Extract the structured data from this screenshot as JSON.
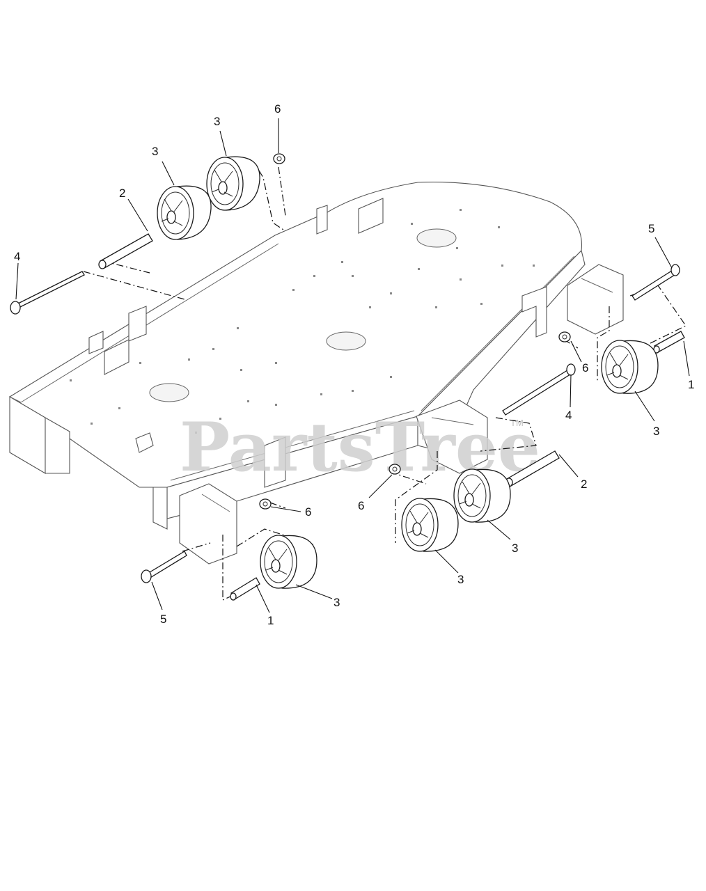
{
  "diagram": {
    "callouts": [
      {
        "id": "c6-top",
        "text": "6"
      },
      {
        "id": "c3-top-right",
        "text": "3"
      },
      {
        "id": "c3-top-left",
        "text": "3"
      },
      {
        "id": "c2-top",
        "text": "2"
      },
      {
        "id": "c4-left",
        "text": "4"
      },
      {
        "id": "c5-right",
        "text": "5"
      },
      {
        "id": "c6-right",
        "text": "6"
      },
      {
        "id": "c1-right",
        "text": "1"
      },
      {
        "id": "c4-right",
        "text": "4"
      },
      {
        "id": "c3-right",
        "text": "3"
      },
      {
        "id": "c2-right",
        "text": "2"
      },
      {
        "id": "c6-middle",
        "text": "6"
      },
      {
        "id": "c6-lower",
        "text": "6"
      },
      {
        "id": "c3-mid-right",
        "text": "3"
      },
      {
        "id": "c3-mid-left",
        "text": "3"
      },
      {
        "id": "c3-bottom",
        "text": "3"
      },
      {
        "id": "c5-bottom",
        "text": "5"
      },
      {
        "id": "c1-bottom",
        "text": "1"
      }
    ]
  },
  "watermark": {
    "text": "PartsTree",
    "trademark": "TM"
  }
}
